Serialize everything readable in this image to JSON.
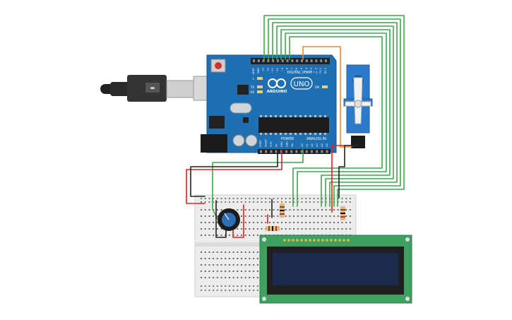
{
  "arduino": {
    "brand": "ARDUINO",
    "model": "UNO",
    "digital_label": "DIGITAL (PWM ~)",
    "power_label": "POWER",
    "analog_label": "ANALOG IN",
    "led_l": "L",
    "led_tx": "TX",
    "led_rx": "RX",
    "led_on": "ON",
    "digital_pins": [
      "AREF",
      "GND",
      "13",
      "12",
      "~11",
      "~10",
      "~9",
      "8",
      "7",
      "~6",
      "~5",
      "4",
      "~3",
      "2",
      "TX 1",
      "RX 0"
    ],
    "power_pins": [
      "IOREF",
      "RESET",
      "3.3V",
      "5V",
      "GND",
      "GND",
      "Vin"
    ],
    "analog_pins": [
      "A0",
      "A1",
      "A2",
      "A3",
      "A4",
      "A5"
    ]
  },
  "colors": {
    "board": "#1f6fb3",
    "breadboard": "#ececec",
    "lcd_pcb": "#3fa060",
    "lcd_screen": "#1c2a4e",
    "servo": "#2c7ac9",
    "wire_green": "#3aa84a",
    "wire_red": "#e02020",
    "wire_black": "#222222",
    "wire_orange": "#f08a1c"
  }
}
